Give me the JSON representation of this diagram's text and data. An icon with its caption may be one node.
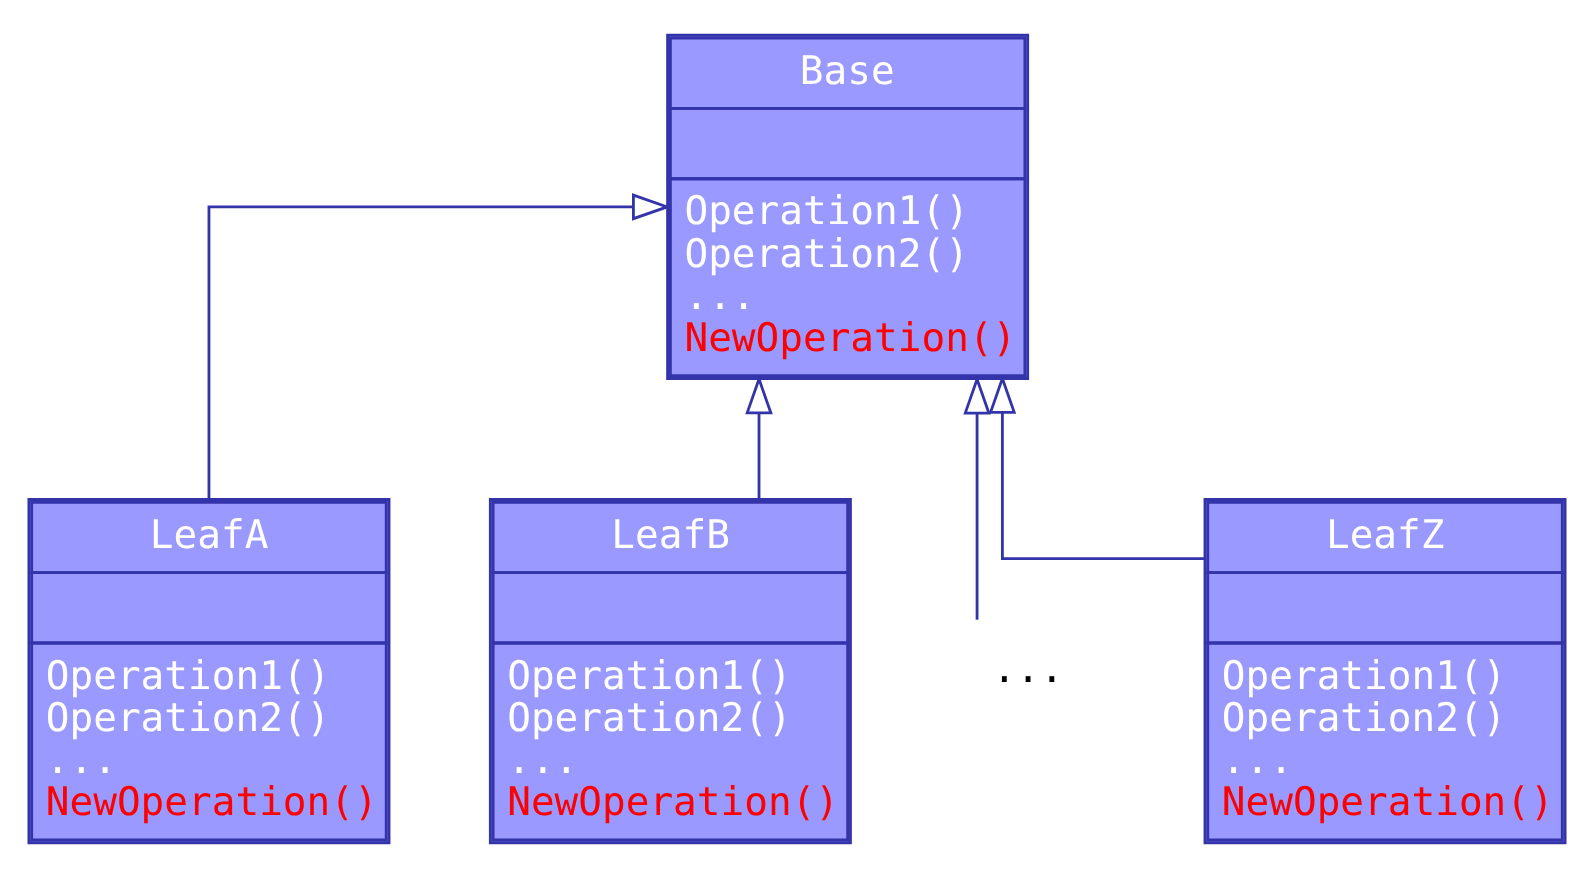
{
  "diagram": {
    "nodes": [
      {
        "text": [
          "Base",
          "Operation1()",
          "Operation2()",
          "...",
          "NewOperation()"
        ]
      },
      {
        "text": [
          "LeafA",
          "Operation1()",
          "Operation2()",
          "...",
          "NewOperation()"
        ]
      },
      {
        "text": [
          "LeafB",
          "Operation1()",
          "Operation2()",
          "...",
          "NewOperation()"
        ]
      },
      {
        "text": [
          "..."
        ]
      },
      {
        "text": [
          "LeafZ",
          "Operation1()",
          "Operation2()",
          "...",
          "NewOperation()"
        ]
      }
    ],
    "edges": [
      {
        "from": 1,
        "to": 0,
        "arrow": "to"
      },
      {
        "from": 2,
        "to": 0,
        "arrow": "to"
      },
      {
        "from": 3,
        "to": 0,
        "arrow": "to"
      },
      {
        "from": 4,
        "to": 0,
        "arrow": "to"
      }
    ]
  }
}
